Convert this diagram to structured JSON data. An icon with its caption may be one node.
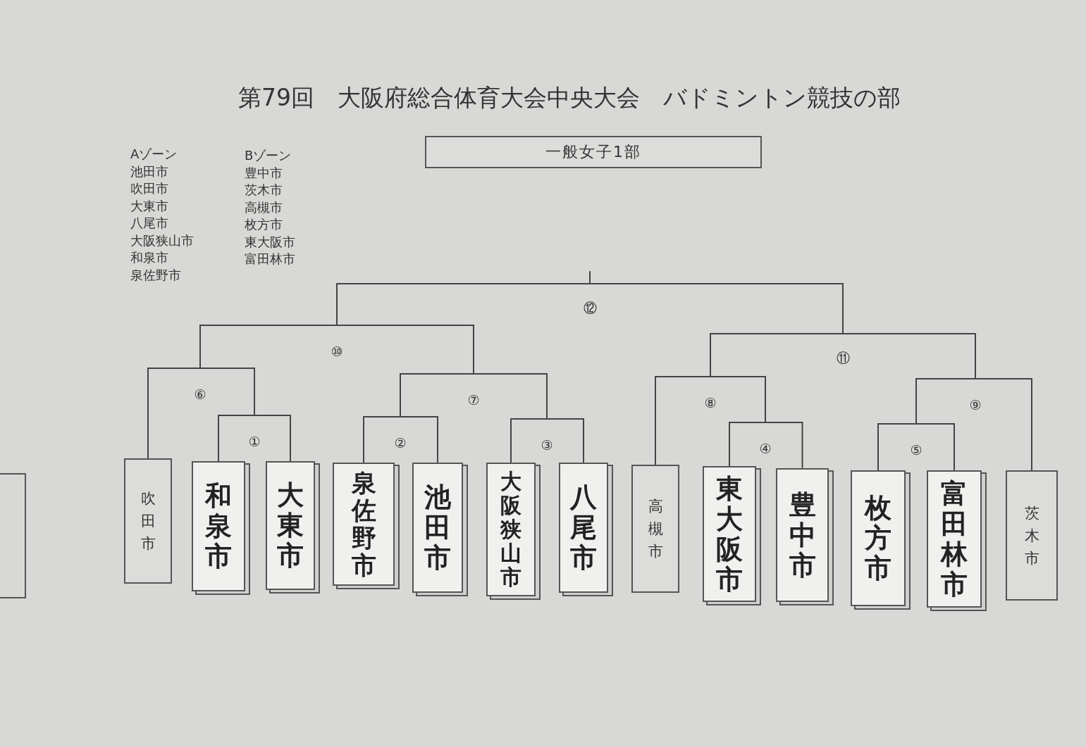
{
  "diagram": {
    "title": "第79回　大阪府総合体育大会中央大会　バドミントン競技の部",
    "nodes": [
      {
        "text": [
          "一般女子1部"
        ]
      },
      {
        "text": [],
        "shape": "box"
      },
      {
        "text": [
          "吹田市"
        ]
      },
      {
        "text": [
          "和泉市"
        ]
      },
      {
        "text": [
          "大東市"
        ]
      },
      {
        "text": [
          "泉佐野市"
        ]
      },
      {
        "text": [
          "池田市"
        ]
      },
      {
        "text": [
          "大阪狭山市"
        ]
      },
      {
        "text": [
          "八尾市"
        ]
      },
      {
        "text": [
          "高槻市"
        ]
      },
      {
        "text": [
          "東大阪市"
        ]
      },
      {
        "text": [
          "豊中市"
        ]
      },
      {
        "text": [
          "枚方市"
        ]
      },
      {
        "text": [
          "富田林市"
        ]
      },
      {
        "text": [
          "茨木市"
        ]
      },
      {
        "text": [
          "①"
        ]
      },
      {
        "text": [
          "②"
        ]
      },
      {
        "text": [
          "③"
        ]
      },
      {
        "text": [
          "④"
        ]
      },
      {
        "text": [
          "⑤"
        ]
      },
      {
        "text": [
          "⑥"
        ]
      },
      {
        "text": [
          "⑦"
        ]
      },
      {
        "text": [
          "⑧"
        ]
      },
      {
        "text": [
          "⑨"
        ]
      },
      {
        "text": [
          "⑩"
        ]
      },
      {
        "text": [
          "⑪"
        ]
      },
      {
        "text": [
          "⑫"
        ]
      }
    ],
    "edges": [
      {
        "from": 2,
        "to": 20,
        "arrow": "none"
      },
      {
        "from": 3,
        "to": 15,
        "arrow": "none"
      },
      {
        "from": 4,
        "to": 15,
        "arrow": "none"
      },
      {
        "from": 5,
        "to": 16,
        "arrow": "none"
      },
      {
        "from": 6,
        "to": 16,
        "arrow": "none"
      },
      {
        "from": 7,
        "to": 17,
        "arrow": "none"
      },
      {
        "from": 8,
        "to": 17,
        "arrow": "none"
      },
      {
        "from": 9,
        "to": 22,
        "arrow": "none"
      },
      {
        "from": 10,
        "to": 18,
        "arrow": "none"
      },
      {
        "from": 11,
        "to": 18,
        "arrow": "none"
      },
      {
        "from": 12,
        "to": 19,
        "arrow": "none"
      },
      {
        "from": 13,
        "to": 19,
        "arrow": "none"
      },
      {
        "from": 14,
        "to": 23,
        "arrow": "none"
      },
      {
        "from": 15,
        "to": 20,
        "arrow": "none"
      },
      {
        "from": 16,
        "to": 21,
        "arrow": "none"
      },
      {
        "from": 17,
        "to": 21,
        "arrow": "none"
      },
      {
        "from": 18,
        "to": 22,
        "arrow": "none"
      },
      {
        "from": 19,
        "to": 23,
        "arrow": "none"
      },
      {
        "from": 20,
        "to": 24,
        "arrow": "none"
      },
      {
        "from": 21,
        "to": 24,
        "arrow": "none"
      },
      {
        "from": 22,
        "to": 25,
        "arrow": "none"
      },
      {
        "from": 23,
        "to": 25,
        "arrow": "none"
      },
      {
        "from": 24,
        "to": 26,
        "arrow": "none"
      },
      {
        "from": 25,
        "to": 26,
        "arrow": "none"
      },
      {
        "from": 26,
        "to": null,
        "arrow": "none"
      }
    ],
    "labels": [
      "Aゾーン",
      "池田市",
      "吹田市",
      "大東市",
      "八尾市",
      "大阪狭山市",
      "和泉市",
      "泉佐野市",
      "Bゾーン",
      "豊中市",
      "茨木市",
      "高槻市",
      "枚方市",
      "東大阪市",
      "富田林市"
    ]
  }
}
